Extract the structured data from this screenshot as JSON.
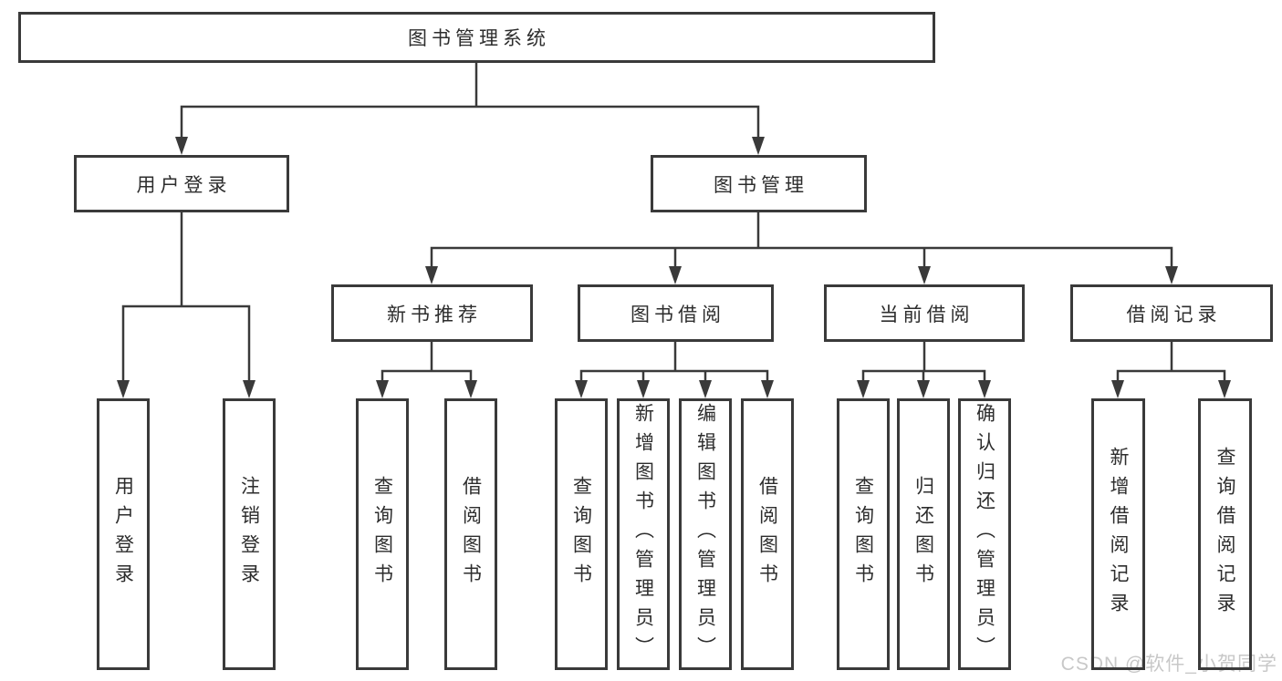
{
  "tree": {
    "label": "图书管理系统",
    "children": [
      {
        "label": "用户登录",
        "children": [
          {
            "label": "用户登录"
          },
          {
            "label": "注销登录"
          }
        ]
      },
      {
        "label": "图书管理",
        "children": [
          {
            "label": "新书推荐",
            "children": [
              {
                "label": "查询图书"
              },
              {
                "label": "借阅图书"
              }
            ]
          },
          {
            "label": "图书借阅",
            "children": [
              {
                "label": "查询图书"
              },
              {
                "label": "新增图书（管理员）"
              },
              {
                "label": "编辑图书（管理员）"
              },
              {
                "label": "借阅图书"
              }
            ]
          },
          {
            "label": "当前借阅",
            "children": [
              {
                "label": "查询图书"
              },
              {
                "label": "归还图书"
              },
              {
                "label": "确认归还（管理员）"
              }
            ]
          },
          {
            "label": "借阅记录",
            "children": [
              {
                "label": "新增借阅记录"
              },
              {
                "label": "查询借阅记录"
              }
            ]
          }
        ]
      }
    ]
  },
  "watermark": {
    "text": "CSDN @软件_小贺同学"
  },
  "colors": {
    "line": "#3a3a3a",
    "text": "#2d2d2d",
    "watermark": "#c8c8c8",
    "background": "#ffffff"
  }
}
